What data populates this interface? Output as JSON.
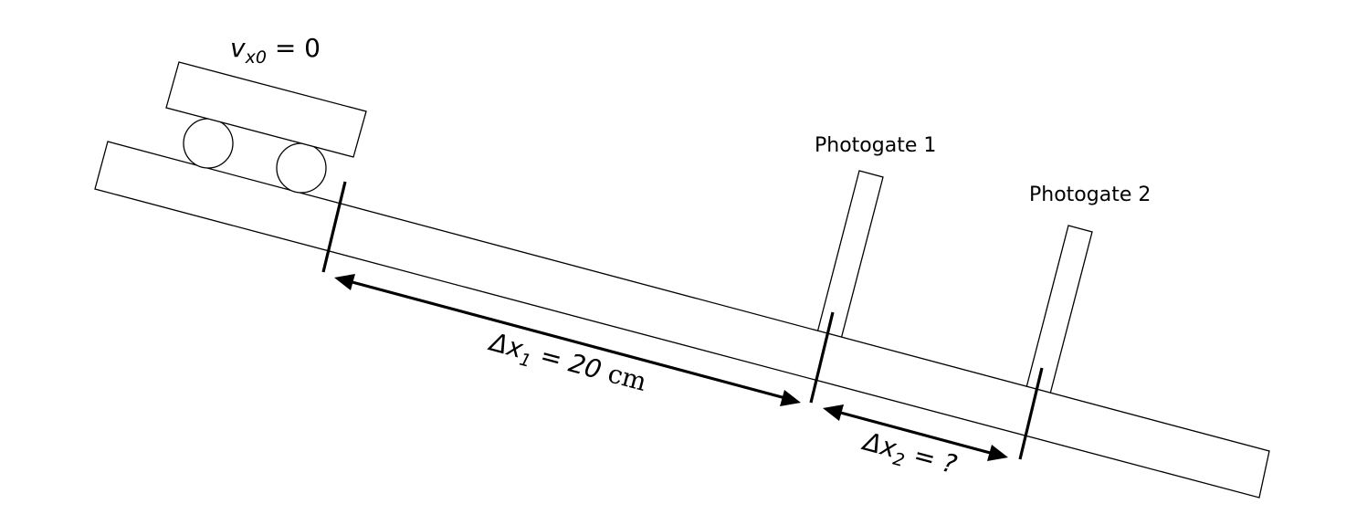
{
  "labels": {
    "initial_velocity": {
      "var": "v",
      "sub": "x0",
      "rest": " = 0"
    },
    "photogate_1": "Photogate 1",
    "photogate_2": "Photogate 2",
    "delta_x1": {
      "var": "Δx",
      "sub": "1",
      "rest": " = 20 ",
      "unit": "cm"
    },
    "delta_x2": {
      "var": "Δx",
      "sub": "2",
      "rest": " = ?"
    }
  },
  "colors": {
    "stroke": "#000000",
    "fill": "#ffffff"
  }
}
